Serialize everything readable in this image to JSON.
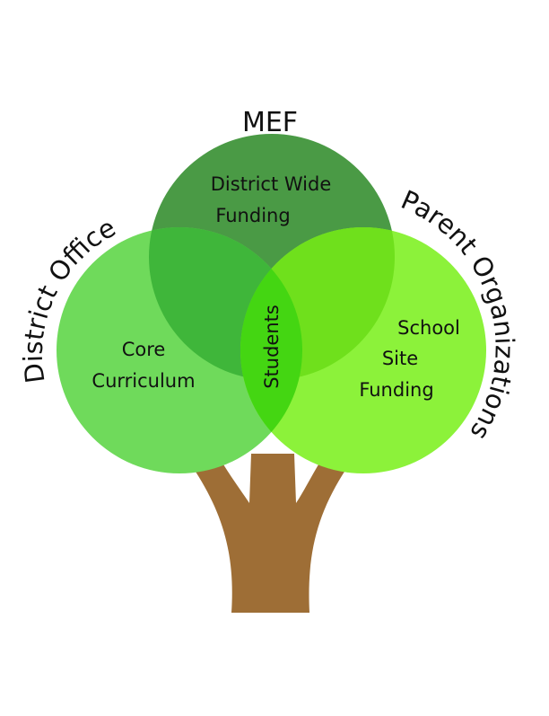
{
  "diagram": {
    "title": "MEF",
    "outer_labels": {
      "district_office": "District Office",
      "parent_organizations": "Parent Organizations"
    },
    "circles": {
      "mef": {
        "lines": [
          "District Wide",
          "Funding"
        ],
        "color": "#4a9a45"
      },
      "district_office": {
        "lines": [
          "Core",
          "Curriculum"
        ],
        "color": "#6fda5b"
      },
      "parent_organizations": {
        "lines": [
          "School",
          "Site",
          "Funding"
        ],
        "color": "#8cf23a"
      }
    },
    "center_label": "Students",
    "colors": {
      "trunk": "#9e6e36",
      "overlap_mef_district": "#3fb63a",
      "overlap_mef_parent": "#6fe01c",
      "overlap_center": "#44d612"
    }
  }
}
